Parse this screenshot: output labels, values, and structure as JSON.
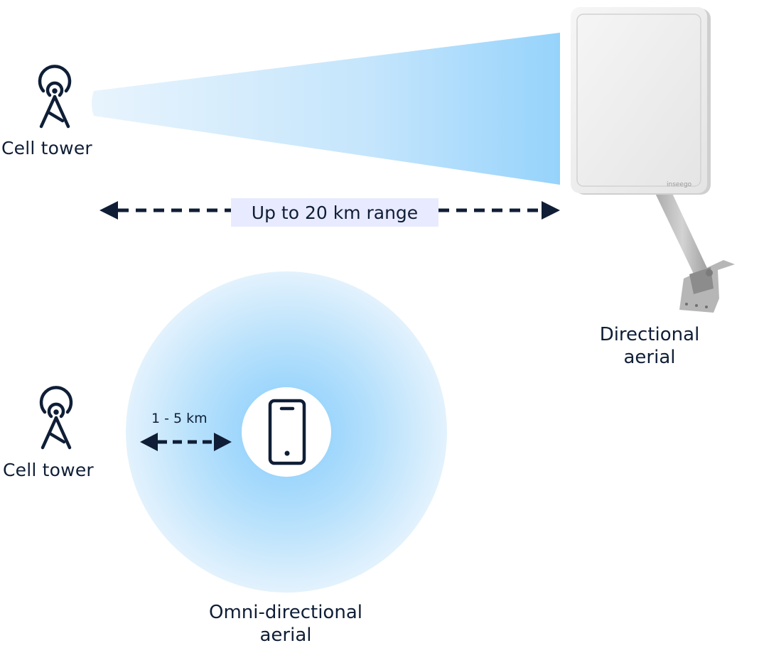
{
  "directional_section": {
    "tower_label": "Cell tower",
    "range_label": "Up to 20 km range",
    "aerial_label_line1": "Directional",
    "aerial_label_line2": "aerial",
    "antenna_brand": "inseego"
  },
  "omni_section": {
    "tower_label": "Cell tower",
    "distance_label": "1 - 5 km",
    "aerial_label_line1": "Omni-directional",
    "aerial_label_line2": "aerial"
  },
  "icons": {
    "tower": "cell-tower-icon",
    "phone": "smartphone-icon",
    "antenna": "directional-panel-antenna"
  },
  "colors": {
    "ink": "#0f1e36",
    "beam_light": "#e6f3fd",
    "beam_strong": "#9bd5fb",
    "range_bg": "#e8ebff"
  }
}
